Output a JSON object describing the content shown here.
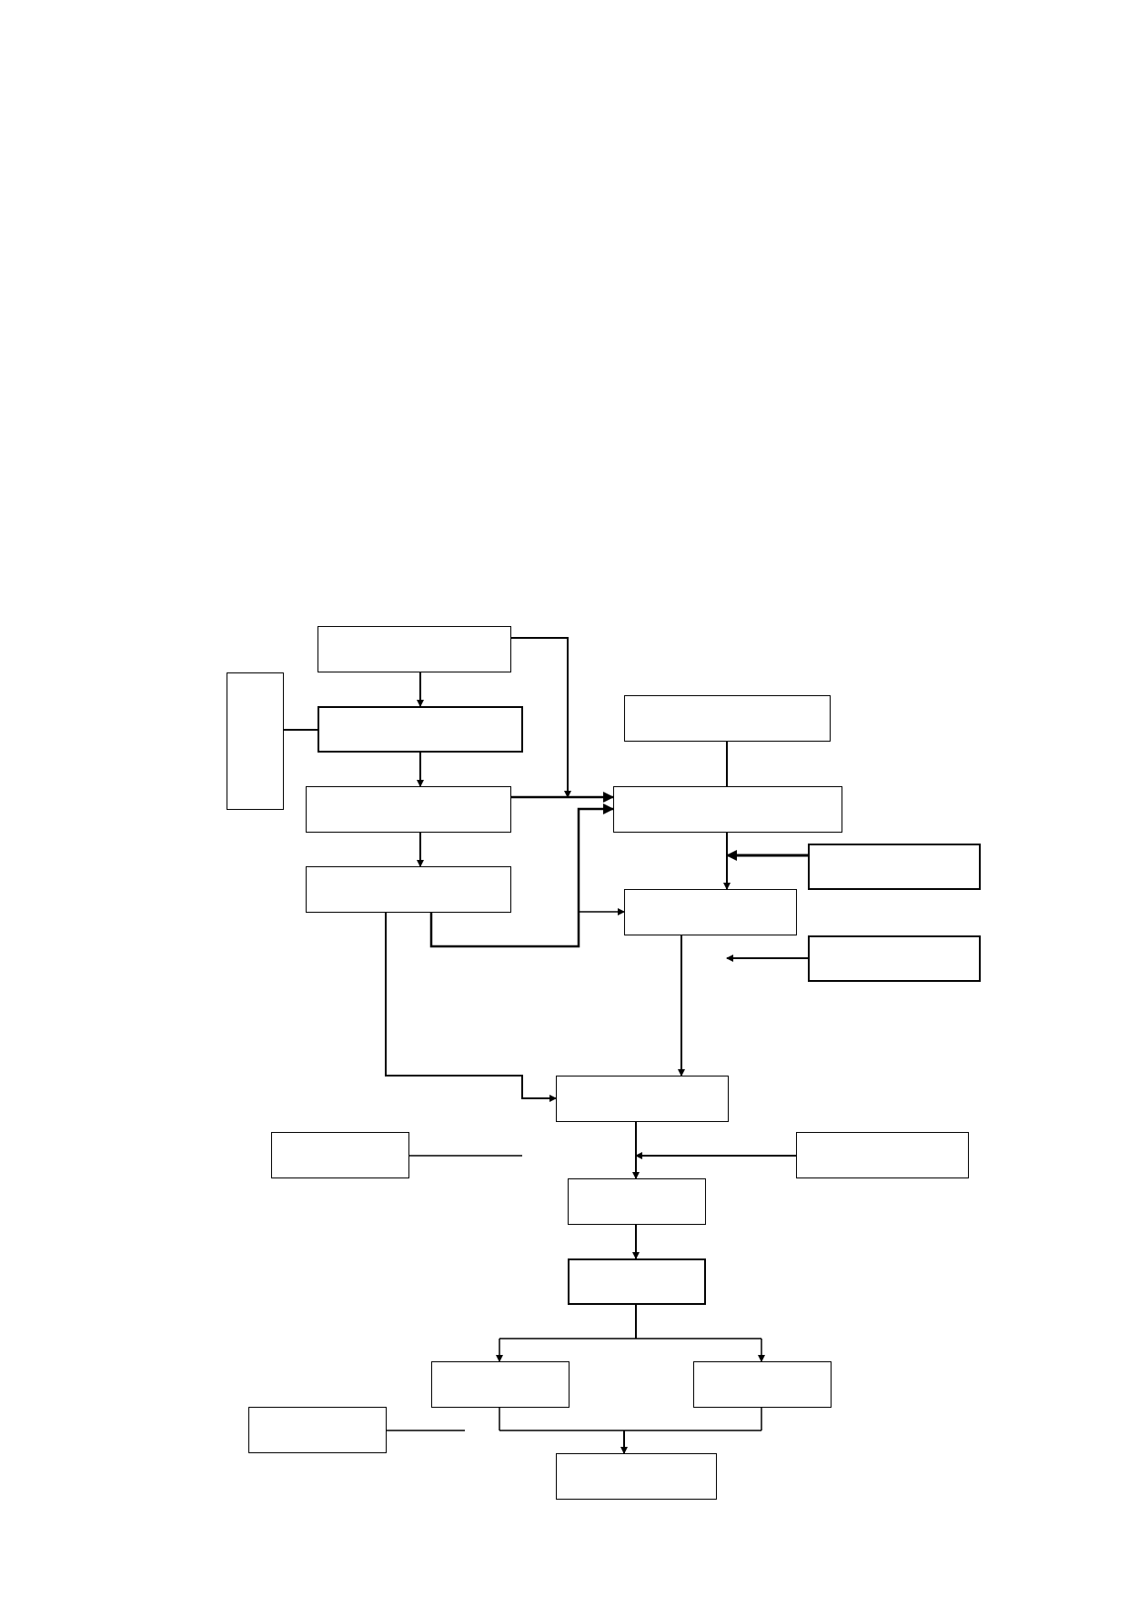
{
  "diagram": {
    "boxes": {
      "start": "",
      "side_panel": "",
      "step_1": "",
      "step_2": "",
      "step_3": "",
      "right_top": "",
      "right_process": "",
      "right_input_1": "",
      "right_stage": "",
      "right_input_2": "",
      "merge": "",
      "left_note": "",
      "right_note": "",
      "step_4": "",
      "step_5": "",
      "branch_left": "",
      "branch_right": "",
      "bottom_note": "",
      "final": ""
    },
    "edges": [
      [
        "start",
        "step_1"
      ],
      [
        "side_panel",
        "step_1"
      ],
      [
        "step_1",
        "step_2"
      ],
      [
        "step_2",
        "step_3"
      ],
      [
        "start",
        "right_process"
      ],
      [
        "step_2",
        "right_process"
      ],
      [
        "step_3",
        "right_process"
      ],
      [
        "step_3",
        "right_stage"
      ],
      [
        "right_top",
        "right_process"
      ],
      [
        "right_input_1",
        "right_process"
      ],
      [
        "right_process",
        "right_stage"
      ],
      [
        "right_input_2",
        "right_stage"
      ],
      [
        "right_stage",
        "merge"
      ],
      [
        "step_3",
        "merge"
      ],
      [
        "left_note",
        "step_4"
      ],
      [
        "right_note",
        "step_4"
      ],
      [
        "merge",
        "step_4"
      ],
      [
        "step_4",
        "step_5"
      ],
      [
        "step_5",
        "branch_left"
      ],
      [
        "step_5",
        "branch_right"
      ],
      [
        "branch_left",
        "final"
      ],
      [
        "branch_right",
        "final"
      ],
      [
        "bottom_note",
        "final"
      ]
    ]
  }
}
